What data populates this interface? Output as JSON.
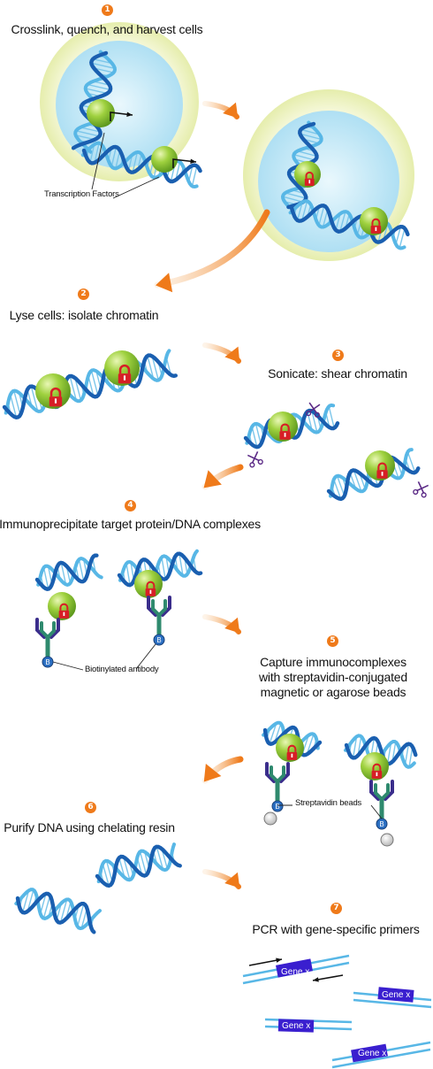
{
  "steps": [
    {
      "number": "1",
      "title": "Crosslink, quench, and harvest cells"
    },
    {
      "number": "2",
      "title": "Lyse cells:  isolate chromatin"
    },
    {
      "number": "3",
      "title": "Sonicate: shear chromatin"
    },
    {
      "number": "4",
      "title": "Immunoprecipitate target protein/DNA complexes"
    },
    {
      "number": "5",
      "title_lines": [
        "Capture immunocomplexes",
        "with streptavidin-conjugated",
        "magnetic or agarose beads"
      ]
    },
    {
      "number": "6",
      "title": "Purify DNA using chelating resin"
    },
    {
      "number": "7",
      "title": "PCR with gene-specific primers"
    }
  ],
  "callouts": {
    "transcription_factors": "Transcription Factors",
    "biotinylated_antibody": "Biotinylated antibody",
    "streptavidin_beads": "Streptavidin beads"
  },
  "gene_label": "Gene x",
  "colors": {
    "step_number": "#ef7a1a",
    "dna_dark": "#1a5fb0",
    "dna_light": "#58b7e6",
    "protein": "#8cc63e",
    "lock": "#d71f26",
    "antibody": "#2f8a6e",
    "antibody_tip": "#3b2e8c",
    "gene_box": "#3a1fcf",
    "arrow": "#ef7a1a",
    "cell_outer": "#eef3c2",
    "nucleus": "#bfe6f5"
  },
  "icons": [
    "scissors-icon",
    "lock-icon",
    "biotin-icon",
    "bead-icon",
    "arrow-icon"
  ]
}
